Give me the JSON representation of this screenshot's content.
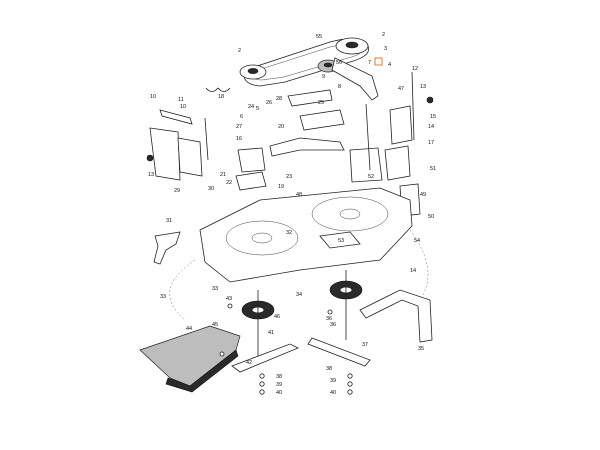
{
  "colors": {
    "line": "#222222",
    "accent_box": "#e8772e",
    "dark_part": "#2a2a2a",
    "grey_part": "#bdbdbd"
  },
  "icons": {
    "reference_marker": "orange-square-icon"
  },
  "callouts": [
    {
      "t": "2"
    },
    {
      "t": "55"
    },
    {
      "t": "2"
    },
    {
      "t": "3"
    },
    {
      "t": "4"
    },
    {
      "t": "56"
    },
    {
      "t": "9"
    },
    {
      "t": "7"
    },
    {
      "t": "10"
    },
    {
      "t": "13"
    },
    {
      "t": "12"
    },
    {
      "t": "47"
    },
    {
      "t": "26"
    },
    {
      "t": "28"
    },
    {
      "t": "25"
    },
    {
      "t": "6"
    },
    {
      "t": "10"
    },
    {
      "t": "11"
    },
    {
      "t": "27"
    },
    {
      "t": "14"
    },
    {
      "t": "15"
    },
    {
      "t": "18"
    },
    {
      "t": "16"
    },
    {
      "t": "17"
    },
    {
      "t": "30"
    },
    {
      "t": "22"
    },
    {
      "t": "21"
    },
    {
      "t": "19"
    },
    {
      "t": "23"
    },
    {
      "t": "48"
    },
    {
      "t": "52"
    },
    {
      "t": "51"
    },
    {
      "t": "49"
    },
    {
      "t": "50"
    },
    {
      "t": "31"
    },
    {
      "t": "32"
    },
    {
      "t": "33"
    },
    {
      "t": "34"
    },
    {
      "t": "53"
    },
    {
      "t": "54"
    },
    {
      "t": "46"
    },
    {
      "t": "45"
    },
    {
      "t": "44"
    },
    {
      "t": "43"
    },
    {
      "t": "41"
    },
    {
      "t": "42"
    },
    {
      "t": "38"
    },
    {
      "t": "39"
    },
    {
      "t": "40"
    },
    {
      "t": "37"
    },
    {
      "t": "36"
    },
    {
      "t": "35"
    },
    {
      "t": "14"
    },
    {
      "t": "13"
    },
    {
      "t": "29"
    },
    {
      "t": "5"
    },
    {
      "t": "8"
    },
    {
      "t": "24"
    },
    {
      "t": "20"
    },
    {
      "t": "33"
    },
    {
      "t": "36"
    },
    {
      "t": "38"
    },
    {
      "t": "39"
    },
    {
      "t": "40"
    }
  ]
}
